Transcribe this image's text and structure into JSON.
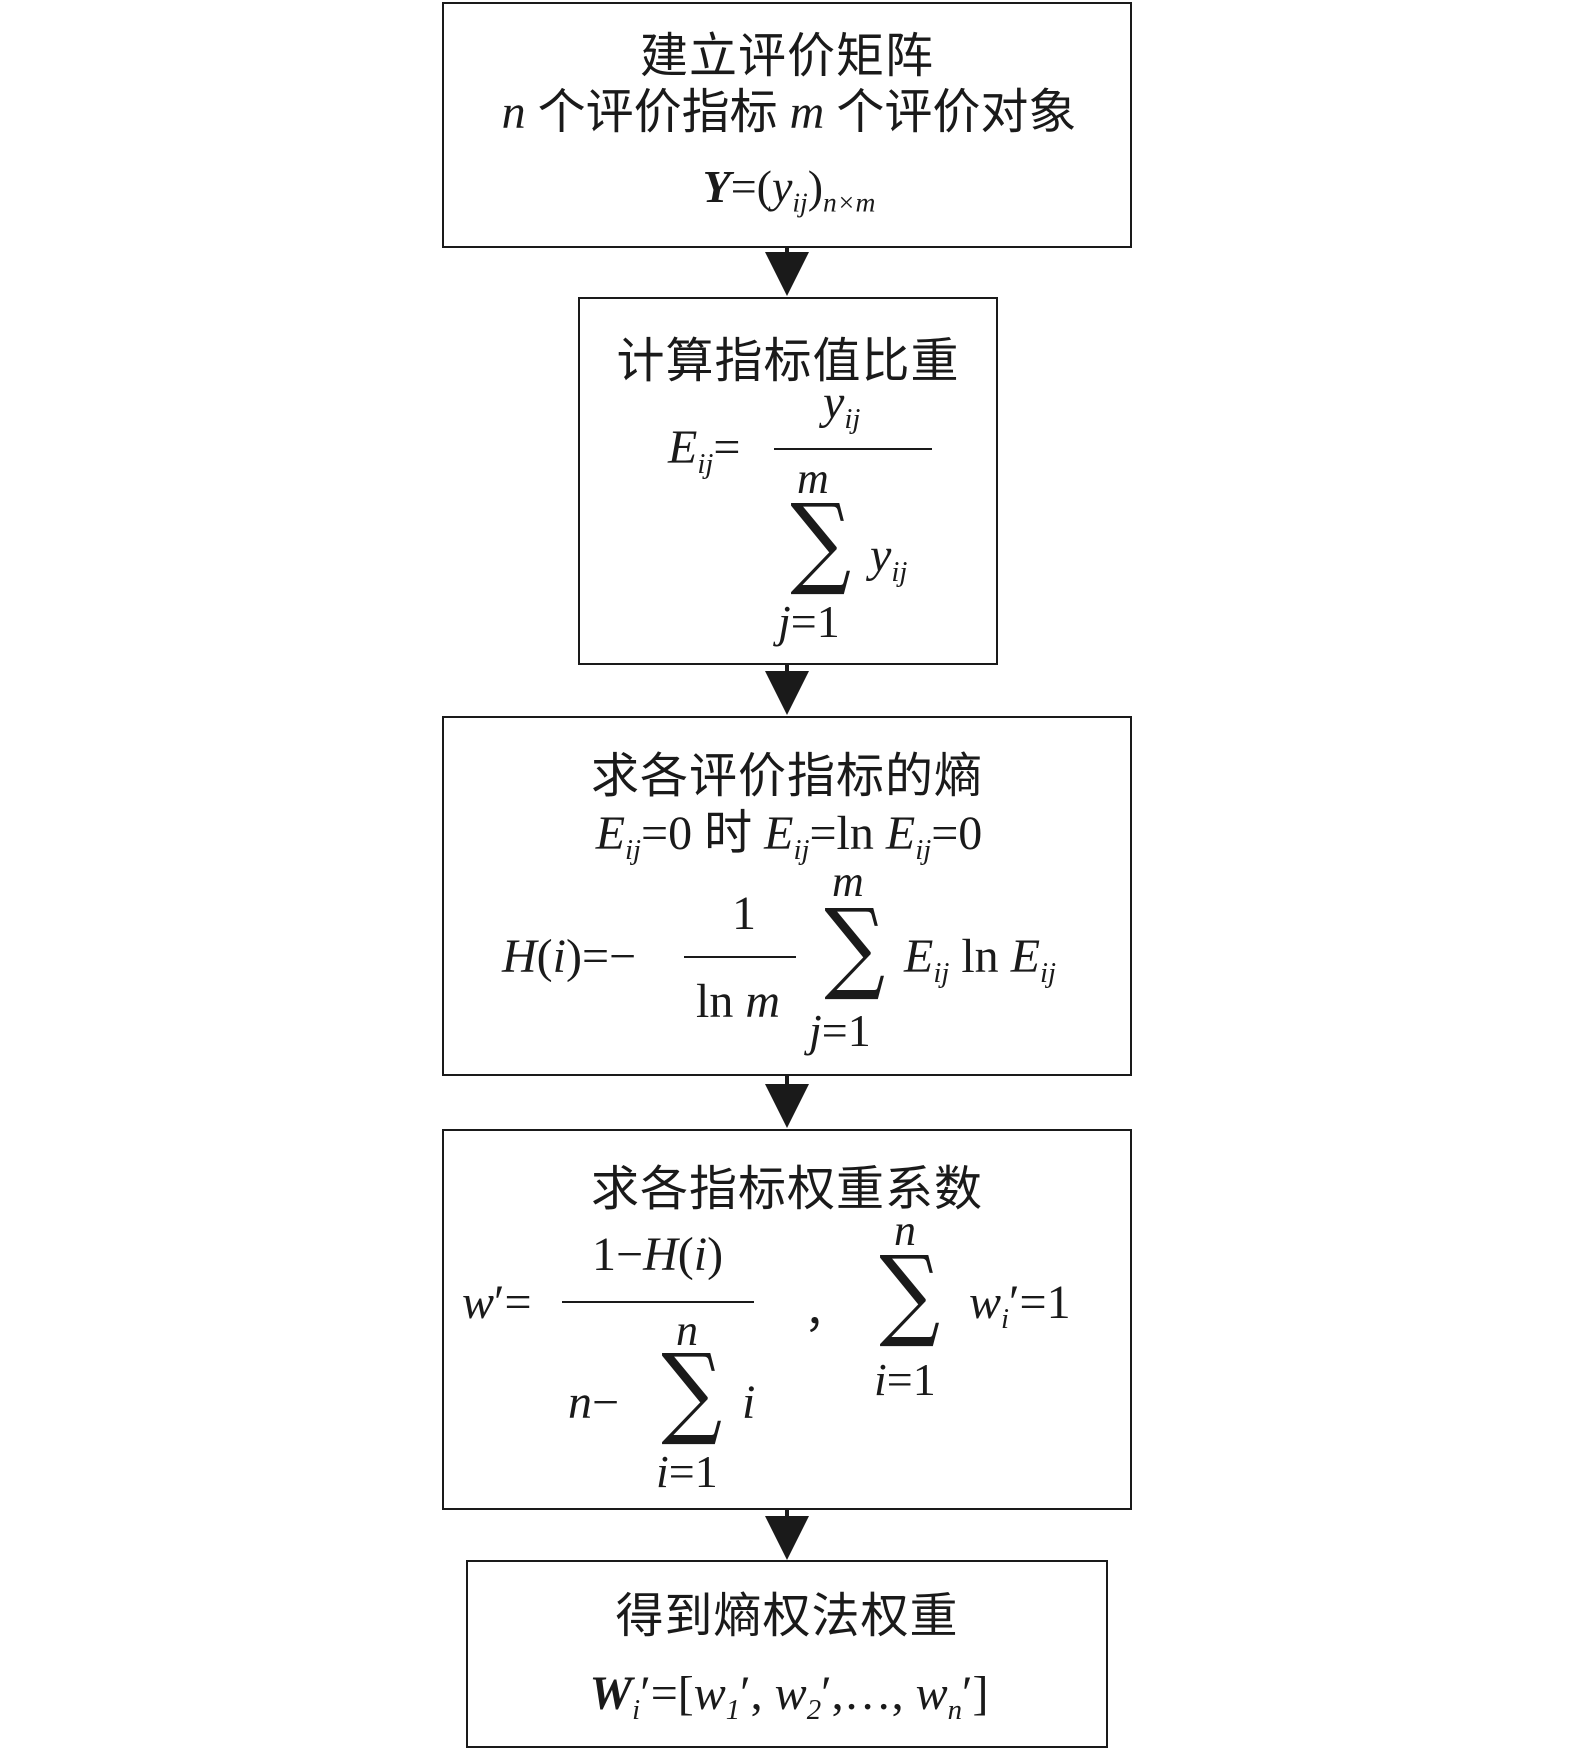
{
  "step1": {
    "title": "建立评价矩阵",
    "line2_n": "n",
    "line2_a": " 个评价指标 ",
    "line2_m": "m",
    "line2_b": " 个评价对象",
    "Y": "Y",
    "eq_open": "=(",
    "y": "y",
    "ij": "ij",
    "close": ")",
    "nxm": "n×m"
  },
  "step2": {
    "title": "计算指标值比重",
    "E": "E",
    "ij": "ij",
    "eq": "=",
    "num_y": "y",
    "num_ij": "ij",
    "sum_top": "m",
    "sum_y": "y",
    "sum_ij": "ij",
    "sum_bottom_j": "j",
    "sum_bottom_rest": "=1"
  },
  "step3": {
    "title": "求各评价指标的熵",
    "cond_E": "E",
    "cond_ij": "ij",
    "cond_eq0": "=0 时 ",
    "cond_E2": "E",
    "cond_ij2": "ij",
    "cond_eqln": "=ln ",
    "cond_E3": "E",
    "cond_ij3": "ij",
    "cond_end": "=0",
    "H": "H",
    "paren_open": "(",
    "i": "i",
    "paren_close_eq": ")=−",
    "frac_num": "1",
    "frac_den_ln": "ln ",
    "frac_den_m": "m",
    "sum_top": "m",
    "sum_bottom_j": "j",
    "sum_bottom_rest": "=1",
    "term_E": "E",
    "term_ij": "ij",
    "term_ln": " ln ",
    "term_E2": "E",
    "term_ij2": "ij"
  },
  "step4": {
    "title": "求各指标权重系数",
    "w": "w",
    "prime_eq": "′=",
    "num_1": "1−",
    "num_H": "H",
    "num_po": "(",
    "num_i": "i",
    "num_pc": ")",
    "den_n": "n",
    "den_minus": "−",
    "den_sum_top": "n",
    "den_i": "i",
    "den_sum_bottom_i": "i",
    "den_sum_bottom_rest": "=1",
    "comma": "，",
    "sum2_top": "n",
    "sum2_bottom_i": "i",
    "sum2_bottom_rest": "=1",
    "w2": "w",
    "w2_sub": "i",
    "w2_rest": "′=1"
  },
  "step5": {
    "title": "得到熵权法权重",
    "W": "W",
    "W_sub": "i",
    "eq": "′=[",
    "w1": "w",
    "w1_sub": "1",
    "w1_rest": "′, ",
    "w2": "w",
    "w2_sub": "2",
    "w2_rest": "′,…, ",
    "wn": "w",
    "wn_sub": "n",
    "wn_rest": "′]"
  }
}
